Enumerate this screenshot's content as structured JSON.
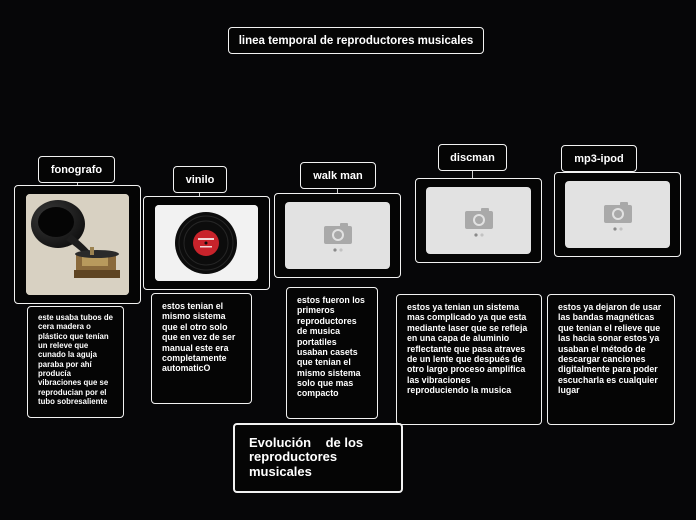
{
  "header": {
    "title": "linea temporal de reproductores musicales"
  },
  "central": {
    "title": "Evolución    de los reproductores musicales"
  },
  "topics": [
    {
      "label": "fonografo",
      "image": "gramophone-photo",
      "text": "este usaba tubos de cera madera o plástico que tenían un releve que cunado la aguja paraba por ahí producía vibraciones que se reproducian por el tubo sobresaliente"
    },
    {
      "label": "vinilo",
      "image": "vinyl-record-photo",
      "text": "estos tenian el mismo sistema que el otro solo que en vez de ser manual este era completamente automaticO"
    },
    {
      "label": "walk man",
      "image": "image-placeholder-icon",
      "text": "estos fueron los primeros reproductores de musica portatiles usaban casets que tenian el mismo sistema solo que mas compacto"
    },
    {
      "label": "discman",
      "image": "image-placeholder-icon",
      "text": "estos ya tenian un sistema mas complicado ya que esta mediante laser que se refleja en una capa de aluminio reflectante que pasa atraves de un lente que después de otro largo proceso amplifica las vibraciones reproduciendo la musica"
    },
    {
      "label": "mp3-ipod",
      "image": "image-placeholder-icon",
      "text": "estos ya dejaron de usar las bandas magnéticas que tenian el relieve que las hacia sonar estos ya usaban el método de descargar canciones digitalmente para poder escucharla es cualquier lugar"
    }
  ],
  "colors": {
    "background": "#060608",
    "border": "#f2f2f2",
    "placeholder": "#e2e2e2",
    "record_label": "#c8232b"
  }
}
